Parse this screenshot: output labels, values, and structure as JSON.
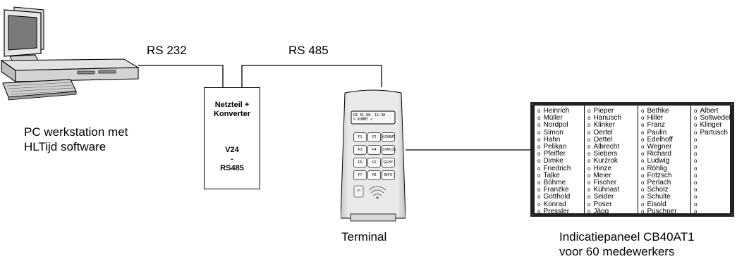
{
  "links": {
    "rs232": "RS 232",
    "rs485": "RS 485"
  },
  "pc": {
    "caption_line1": "PC werkstation met",
    "caption_line2": "HLTijd software"
  },
  "converter": {
    "line1": "Netzteil +",
    "line2": "Konverter",
    "line3": "V24",
    "line4": "-",
    "line5": "RS485"
  },
  "terminal": {
    "caption": "Terminal",
    "screen_line1": "DI 31.08.     11:38",
    "screen_line2": "> KOMMT <",
    "keys": [
      "F1",
      "F2",
      "KOMMT",
      "F3",
      "F4",
      "STATUS",
      "F5",
      "F6",
      "GEHT",
      "F7",
      "F8",
      "INFO"
    ]
  },
  "panel": {
    "caption_line1": "Indicatiepaneel CB40AT1",
    "caption_line2": "voor 60 medewerkers",
    "bullet": "o",
    "columns": [
      [
        "Heinrich",
        "Müller",
        "Nordpol",
        "Simon",
        "Hahn",
        "Pelikan",
        "Pfeiffer",
        "Dimke",
        "Friedrich",
        "Talke",
        "Böhme",
        "Franzke",
        "Gotthold",
        "Konrad",
        "Pressler"
      ],
      [
        "Pieper",
        "Hanusch",
        "Klinker",
        "Oertel",
        "Oettel",
        "Albrecht",
        "Siebers",
        "Kurzrok",
        "Hinze",
        "Meier",
        "Fischer",
        "Kühnast",
        "Seider",
        "Poser",
        "Jägg"
      ],
      [
        "Bethke",
        "Hiller",
        "Franz",
        "Paulin",
        "Edelhoff",
        "Wegner",
        "Richard",
        "Ludwig",
        "Röhlig",
        "Fritzsch",
        "Perlach",
        "Scholz",
        "Schulte",
        "Eisold",
        "Puschner"
      ],
      [
        "Albert",
        "Soltwedel",
        "Klinger",
        "Partusch",
        "",
        "",
        "",
        "",
        "",
        "",
        "",
        "",
        "",
        "",
        ""
      ]
    ]
  }
}
